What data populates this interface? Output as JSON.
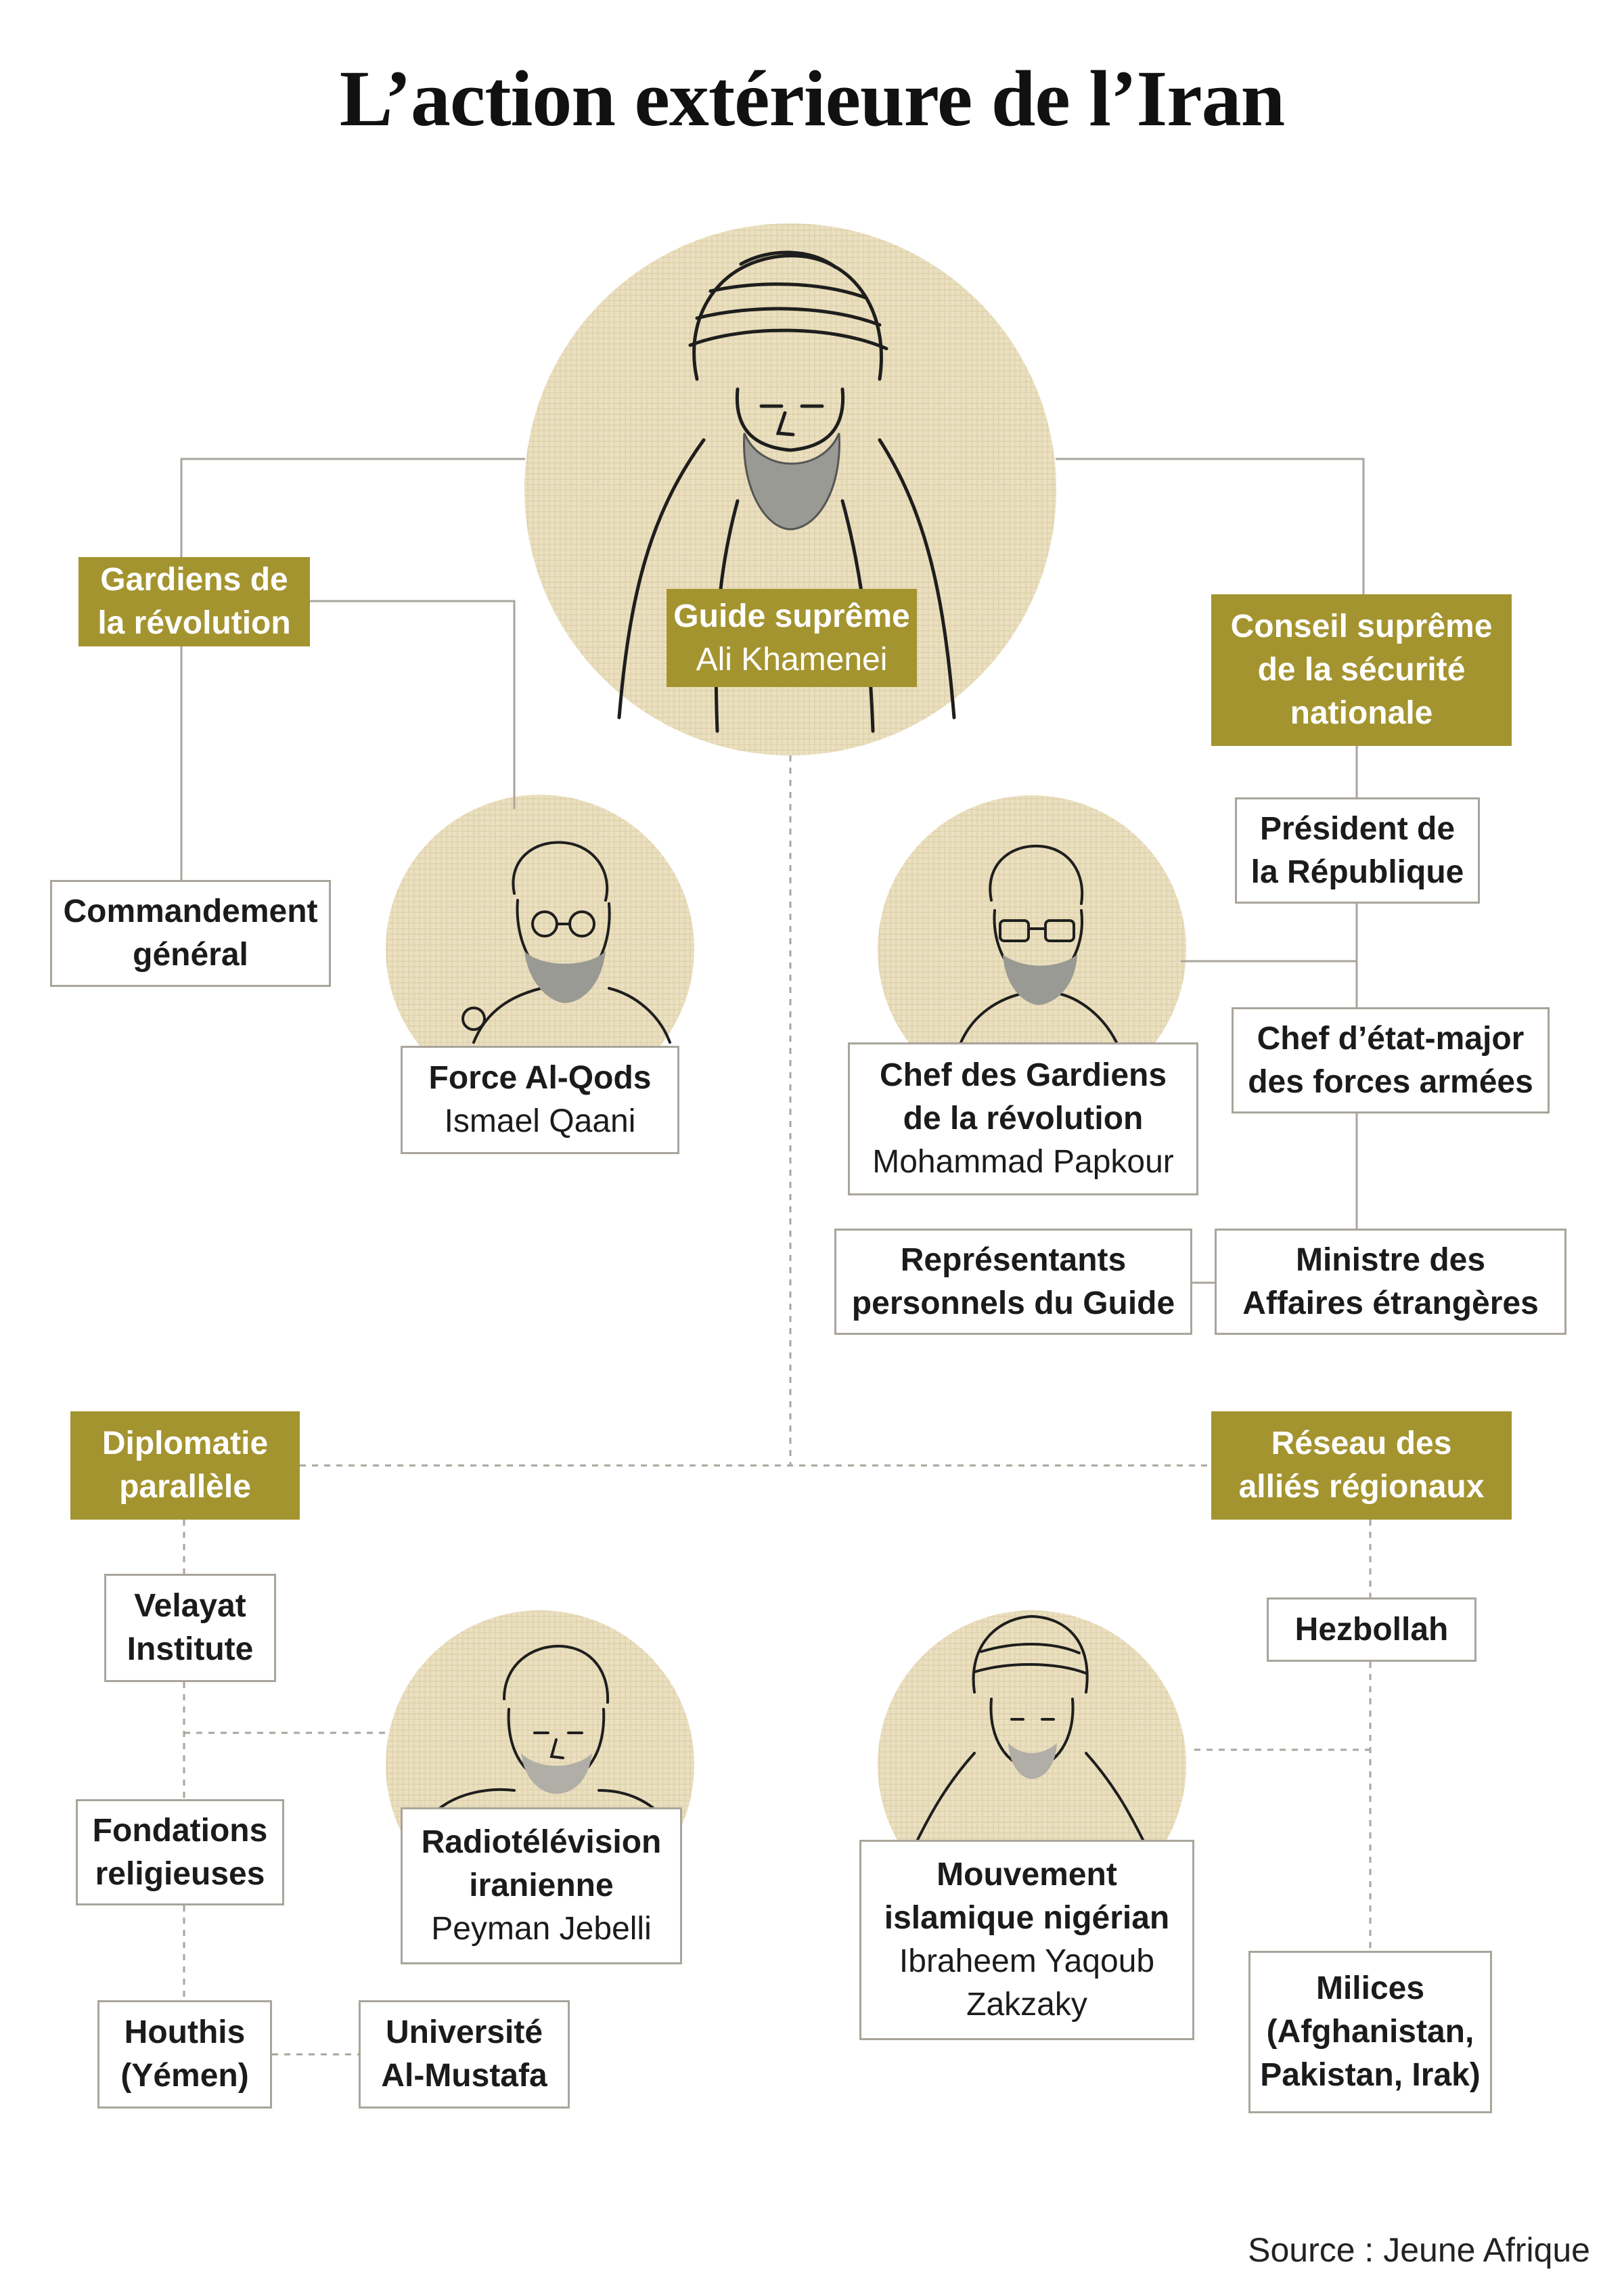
{
  "title": "L’action extérieure de l’Iran",
  "source": "Source : Jeune Afrique",
  "colors": {
    "gold": "#a49430",
    "portrait_bg": "#ebe0c0",
    "line": "#a9a59c"
  },
  "boxes": {
    "guide": {
      "title": [
        "Guide suprême"
      ],
      "name": [
        "Ali Khamenei"
      ]
    },
    "gardiens": {
      "title": [
        "Gardiens de",
        "la révolution"
      ]
    },
    "conseil": {
      "title": [
        "Conseil suprême",
        "de la sécurité",
        "nationale"
      ]
    },
    "commandement": {
      "title": [
        "Commandement",
        "général"
      ]
    },
    "qods": {
      "title": [
        "Force Al-Qods"
      ],
      "name": [
        "Ismael Qaani"
      ]
    },
    "chef_gardiens": {
      "title": [
        "Chef des Gardiens",
        "de la révolution"
      ],
      "name": [
        "Mohammad Papkour"
      ]
    },
    "president": {
      "title": [
        "Président de",
        "la République"
      ]
    },
    "chef_etat_major": {
      "title": [
        "Chef d’état-major",
        "des forces armées"
      ]
    },
    "representants": {
      "title": [
        "Représentants",
        "personnels du Guide"
      ]
    },
    "ministre": {
      "title": [
        "Ministre des",
        "Affaires étrangères"
      ]
    },
    "diplomatie": {
      "title": [
        "Diplomatie",
        "parallèle"
      ]
    },
    "reseau": {
      "title": [
        "Réseau des",
        "alliés régionaux"
      ]
    },
    "velayat": {
      "title": [
        "Velayat",
        "Institute"
      ]
    },
    "fondations": {
      "title": [
        "Fondations",
        "religieuses"
      ]
    },
    "houthis": {
      "title": [
        "Houthis",
        "(Yémen)"
      ]
    },
    "universite": {
      "title": [
        "Université",
        "Al-Mustafa"
      ]
    },
    "radio": {
      "title": [
        "Radiotélévision",
        "iranienne"
      ],
      "name": [
        "Peyman Jebelli"
      ]
    },
    "hezbollah": {
      "title": [
        "Hezbollah"
      ]
    },
    "mouvement": {
      "title": [
        "Mouvement",
        "islamique nigérian"
      ],
      "name": [
        "Ibraheem Yaqoub",
        "Zakzaky"
      ]
    },
    "milices": {
      "title": [
        "Milices",
        "(Afghanistan,",
        "Pakistan, Irak)"
      ]
    }
  }
}
